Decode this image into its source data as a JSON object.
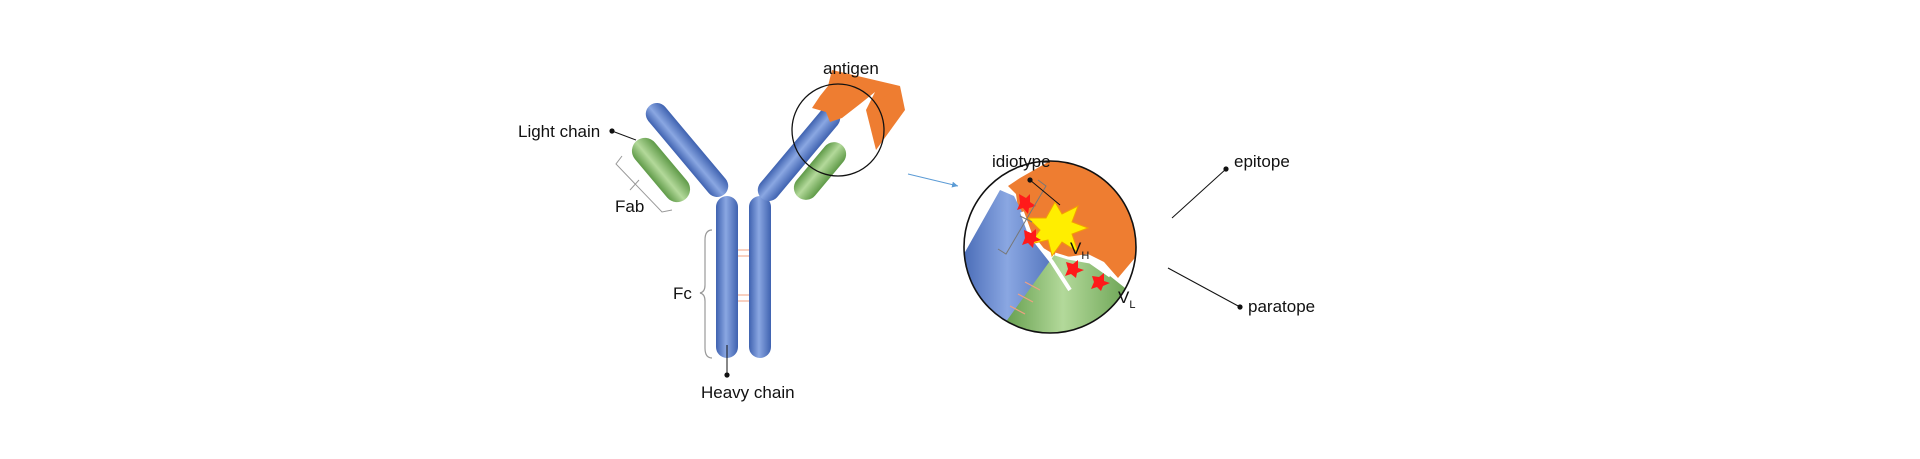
{
  "labels": {
    "light_chain": "Light chain",
    "fab": "Fab",
    "fc": "Fc",
    "heavy_chain": "Heavy chain",
    "antigen": "antigen",
    "idiotype": "idiotype",
    "epitope": "epitope",
    "paratope": "paratope",
    "vh_main": "V",
    "vh_sub": "H",
    "vl_main": "V",
    "vl_sub": "L"
  },
  "colors": {
    "heavy_chain": "#5b7fc8",
    "light_chain": "#7fb069",
    "antigen": "#ee7d31",
    "epitope": "#ffee00",
    "paratope_marks": "#ff1a1a",
    "arrow": "#5b9bd5"
  }
}
